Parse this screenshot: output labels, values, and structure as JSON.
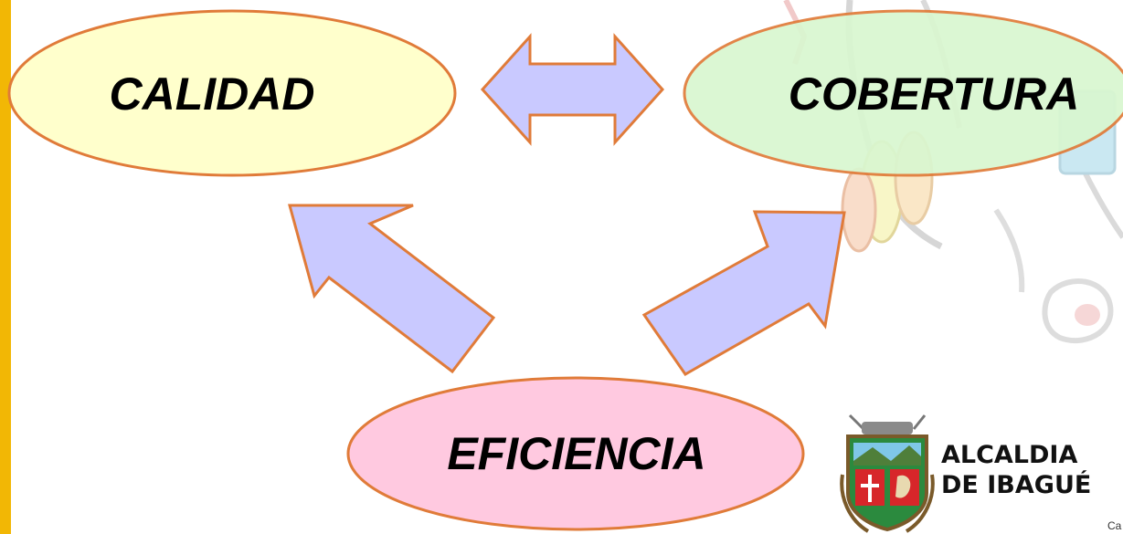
{
  "diagram": {
    "nodes": [
      {
        "id": "calidad",
        "label": "CALIDAD",
        "fill": "#ffffcc",
        "stroke": "#e07b39"
      },
      {
        "id": "cobertura",
        "label": "COBERTURA",
        "fill": "#d9f7d0",
        "stroke": "#e07b39"
      },
      {
        "id": "eficiencia",
        "label": "EFICIENCIA",
        "fill": "#ffc9e0",
        "stroke": "#e07b39"
      }
    ],
    "arrows": [
      {
        "id": "calidad-cobertura",
        "type": "double-headed",
        "from": "calidad",
        "to": "cobertura",
        "fill": "#c9c9ff",
        "stroke": "#e07b39"
      },
      {
        "id": "eficiencia-calidad",
        "type": "single",
        "from": "eficiencia",
        "to": "calidad",
        "fill": "#c9c9ff",
        "stroke": "#e07b39"
      },
      {
        "id": "eficiencia-cobertura",
        "type": "single",
        "from": "eficiencia",
        "to": "cobertura",
        "fill": "#c9c9ff",
        "stroke": "#e07b39"
      }
    ]
  },
  "logo": {
    "line1": "ALCALDIA",
    "line2": "DE IBAGUÉ",
    "corner_text": "Ca"
  },
  "colors": {
    "left_bar": "#f2b705",
    "watermark": "#c8c8c8"
  }
}
